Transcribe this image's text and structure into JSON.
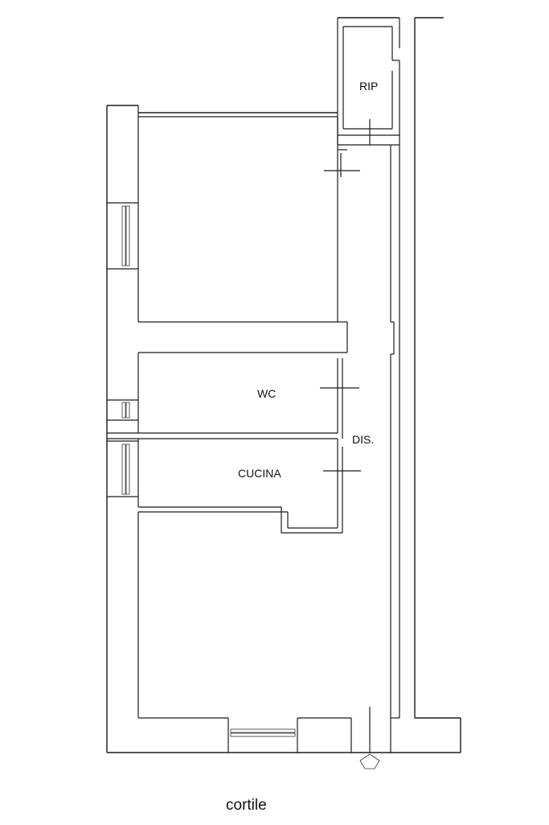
{
  "plan": {
    "rooms": {
      "rip": "RIP",
      "wc": "WC",
      "dis": "DIS.",
      "cucina": "CUCINA"
    },
    "caption": "cortile"
  }
}
